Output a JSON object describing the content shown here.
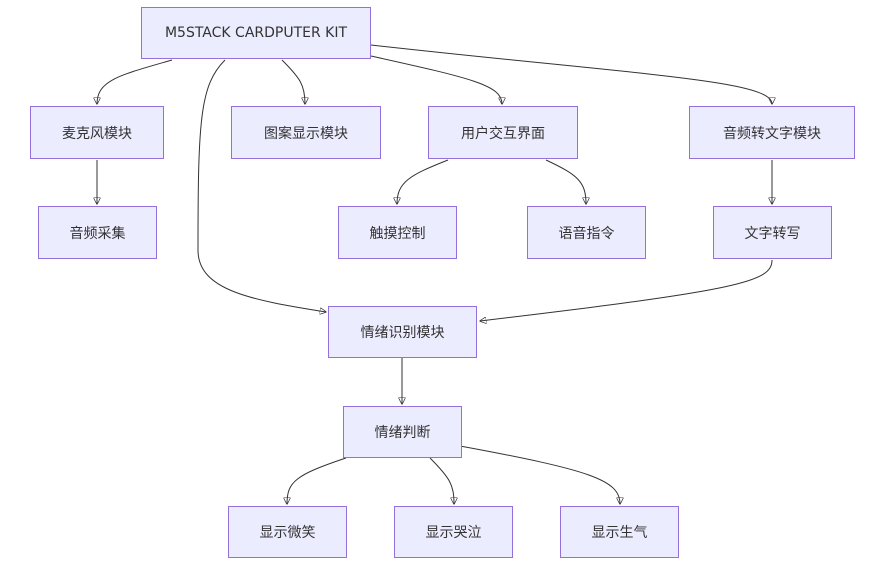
{
  "diagram": {
    "type": "flowchart",
    "colors": {
      "node_fill": "#ECECFF",
      "node_border": "#9370DB",
      "edge": "#333333",
      "text": "#333333",
      "background": "#FFFFFF"
    },
    "nodes": {
      "root": "M5STACK CARDPUTER KIT",
      "mic": "麦克风模块",
      "display": "图案显示模块",
      "ui": "用户交互界面",
      "stt": "音频转文字模块",
      "audio": "音频采集",
      "touch": "触摸控制",
      "voice": "语音指令",
      "transcribe": "文字转写",
      "emotion": "情绪识别模块",
      "judge": "情绪判断",
      "smile": "显示微笑",
      "cry": "显示哭泣",
      "angry": "显示生气"
    },
    "edges": [
      {
        "from": "root",
        "to": "mic"
      },
      {
        "from": "root",
        "to": "display"
      },
      {
        "from": "root",
        "to": "ui"
      },
      {
        "from": "root",
        "to": "stt"
      },
      {
        "from": "root",
        "to": "emotion"
      },
      {
        "from": "mic",
        "to": "audio"
      },
      {
        "from": "ui",
        "to": "touch"
      },
      {
        "from": "ui",
        "to": "voice"
      },
      {
        "from": "stt",
        "to": "transcribe"
      },
      {
        "from": "transcribe",
        "to": "emotion"
      },
      {
        "from": "emotion",
        "to": "judge"
      },
      {
        "from": "judge",
        "to": "smile"
      },
      {
        "from": "judge",
        "to": "cry"
      },
      {
        "from": "judge",
        "to": "angry"
      }
    ]
  }
}
